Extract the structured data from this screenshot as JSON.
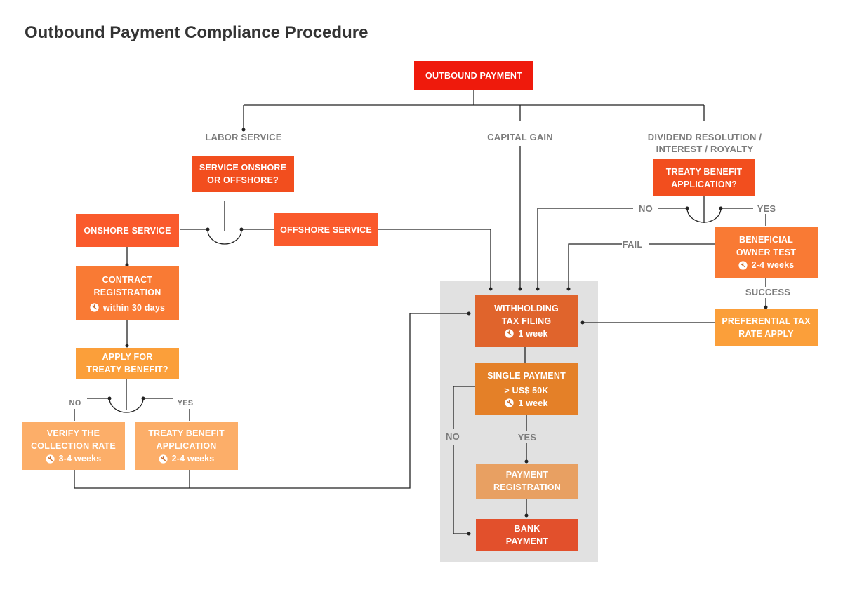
{
  "title": "Outbound Payment Compliance Procedure",
  "colors": {
    "red": "#ef1a0c",
    "red_orange": "#f24e1e",
    "orange_red": "#fa5a2c",
    "orange": "#f97a34",
    "orange_mid": "#fb8a34",
    "orange_light": "#fb9f3a",
    "peach": "#fcae69",
    "withholding": "#e0642c",
    "single_payment": "#e48028",
    "payment_registration": "#e8a062",
    "bank_payment": "#e2502c",
    "panel": "#e1e1e1",
    "line": "#222222",
    "label": "#7b7b7b"
  },
  "nodes": {
    "outbound_payment": {
      "lines": [
        "OUTBOUND PAYMENT"
      ]
    },
    "service_location": {
      "lines": [
        "SERVICE ONSHORE",
        "OR OFFSHORE?"
      ]
    },
    "onshore_service": {
      "lines": [
        "ONSHORE SERVICE"
      ]
    },
    "offshore_service": {
      "lines": [
        "OFFSHORE SERVICE"
      ]
    },
    "contract_registration": {
      "lines": [
        "CONTRACT",
        "REGISTRATION"
      ],
      "duration": "within 30 days"
    },
    "apply_treaty": {
      "lines": [
        "APPLY FOR",
        "TREATY BENEFIT?"
      ]
    },
    "verify_rate": {
      "lines": [
        "VERIFY THE",
        "COLLECTION RATE"
      ],
      "duration": "3-4 weeks"
    },
    "treaty_application_left": {
      "lines": [
        "TREATY BENEFIT",
        "APPLICATION"
      ],
      "duration": "2-4 weeks"
    },
    "treaty_application_question": {
      "lines": [
        "TREATY BENEFIT",
        "APPLICATION?"
      ]
    },
    "beneficial_owner": {
      "lines": [
        "BENEFICIAL",
        "OWNER TEST"
      ],
      "duration": "2-4 weeks"
    },
    "preferential_rate": {
      "lines": [
        "PREFERENTIAL TAX",
        "RATE APPLY"
      ]
    },
    "withholding_filing": {
      "lines": [
        "WITHHOLDING",
        "TAX FILING"
      ],
      "duration": "1 week"
    },
    "single_payment": {
      "lines": [
        "SINGLE PAYMENT",
        "> US$ 50K"
      ],
      "duration": "1 week"
    },
    "payment_registration": {
      "lines": [
        "PAYMENT",
        "REGISTRATION"
      ]
    },
    "bank_payment": {
      "lines": [
        "BANK",
        "PAYMENT"
      ]
    }
  },
  "labels": {
    "labor_service": "LABOR SERVICE",
    "capital_gain": "CAPITAL GAIN",
    "dividend_line1": "DIVIDEND RESOLUTION /",
    "dividend_line2": "INTEREST /  ROYALTY",
    "no_left": "NO",
    "yes_left": "YES",
    "no_right": "NO",
    "yes_right": "YES",
    "fail": "FAIL",
    "success": "SUCCESS",
    "yes_mid": "YES",
    "no_mid": "NO"
  },
  "icons": {
    "duration": "clock-icon"
  }
}
